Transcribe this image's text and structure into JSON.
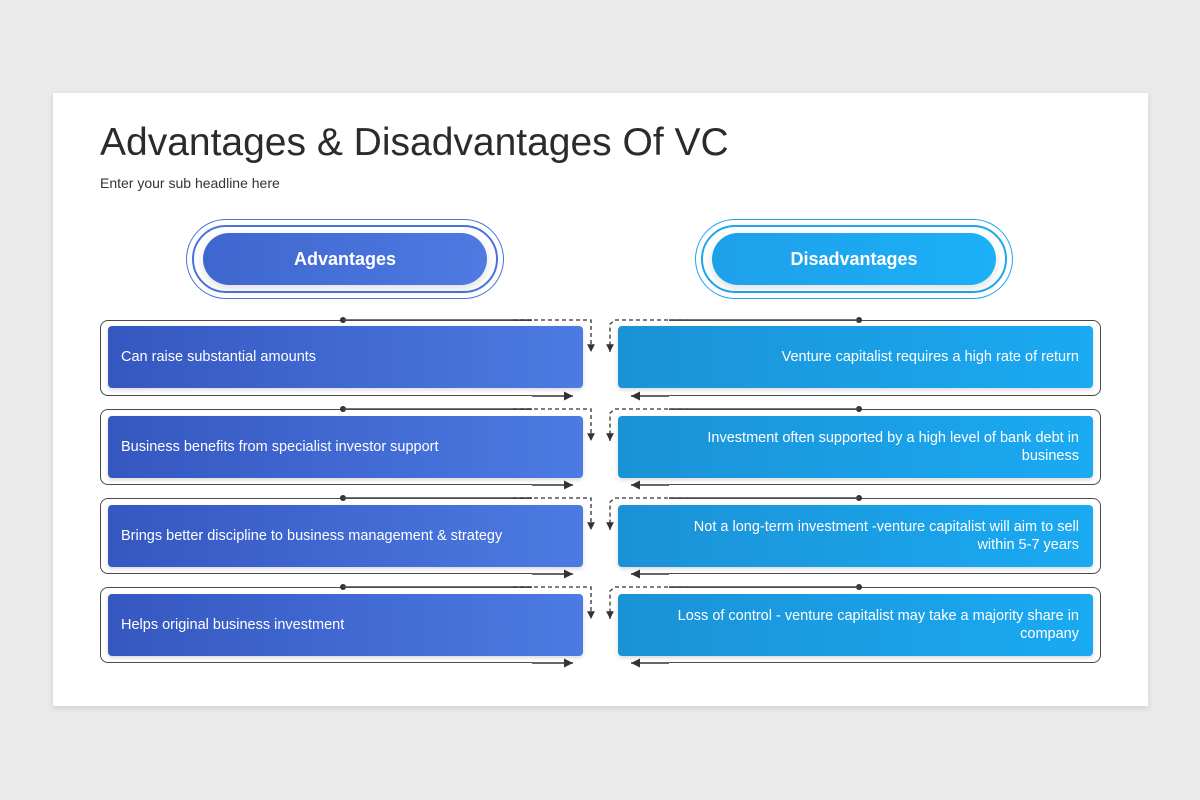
{
  "title": "Advantages & Disadvantages Of VC",
  "subtitle": "Enter your sub headline here",
  "columns": {
    "advantages": {
      "label": "Advantages",
      "color": "#4a72d8"
    },
    "disadvantages": {
      "label": "Disadvantages",
      "color": "#1fa6ec"
    }
  },
  "advantages": [
    "Can raise substantial amounts",
    "Business benefits from specialist investor support",
    "Brings better discipline to business management & strategy",
    "Helps original business investment"
  ],
  "disadvantages": [
    "Venture capitalist requires a high rate of return",
    "Investment often supported by a high level of bank debt in business",
    "Not a long-term investment -venture capitalist will aim to sell within 5-7 years",
    "Loss of control - venture capitalist may take a majority share in company"
  ]
}
